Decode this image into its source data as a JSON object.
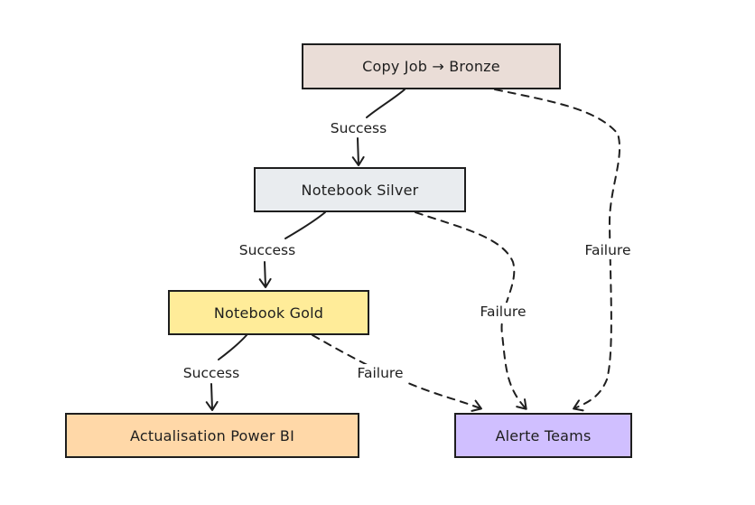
{
  "nodes": {
    "copy_job": {
      "label": "Copy Job → Bronze",
      "fill": "#eaddd7"
    },
    "notebook_silver": {
      "label": "Notebook Silver",
      "fill": "#e9ecef"
    },
    "notebook_gold": {
      "label": "Notebook Gold",
      "fill": "#ffec99"
    },
    "power_bi": {
      "label": "Actualisation Power BI",
      "fill": "#ffd8a8"
    },
    "alerte_teams": {
      "label": "Alerte Teams",
      "fill": "#d0bfff"
    }
  },
  "edges": [
    {
      "from": "Copy Job → Bronze",
      "to": "Notebook Silver",
      "label": "Success",
      "style": "solid"
    },
    {
      "from": "Notebook Silver",
      "to": "Notebook Gold",
      "label": "Success",
      "style": "solid"
    },
    {
      "from": "Notebook Gold",
      "to": "Actualisation Power BI",
      "label": "Success",
      "style": "solid"
    },
    {
      "from": "Copy Job → Bronze",
      "to": "Alerte Teams",
      "label": "Failure",
      "style": "dashed"
    },
    {
      "from": "Notebook Silver",
      "to": "Alerte Teams",
      "label": "Failure",
      "style": "dashed"
    },
    {
      "from": "Notebook Gold",
      "to": "Alerte Teams",
      "label": "Failure",
      "style": "dashed"
    }
  ],
  "colors": {
    "stroke": "#1e1e1e",
    "background": "#ffffff"
  }
}
